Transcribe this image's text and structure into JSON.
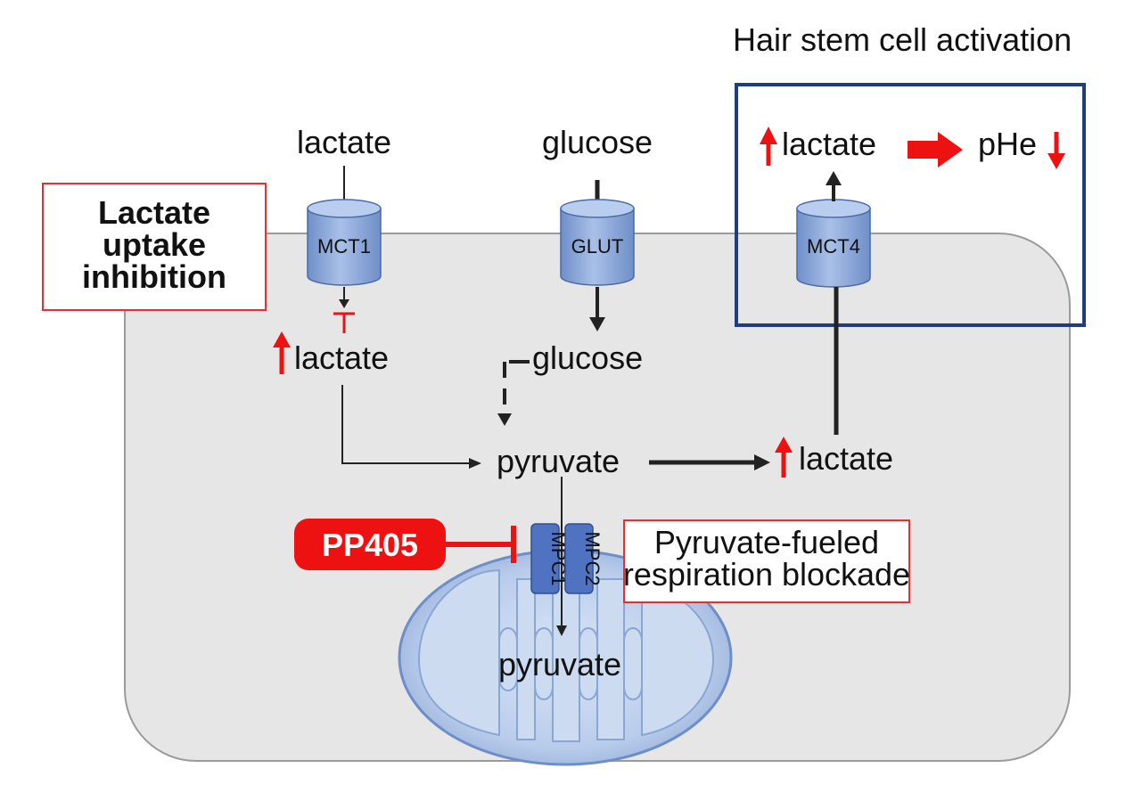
{
  "header": {
    "title": "Hair stem cell activation"
  },
  "callouts": {
    "uptake_line1": "Lactate",
    "uptake_line2": "uptake",
    "uptake_line3": "inhibition",
    "blockade_line1": "Pyruvate-fueled",
    "blockade_line2": "respiration blockade"
  },
  "drug": {
    "label": "PP405"
  },
  "transporters": {
    "mct1": "MCT1",
    "glut": "GLUT",
    "mct4": "MCT4",
    "mpc1": "MPC1",
    "mpc2": "MPC2"
  },
  "metabolites": {
    "lactate_outside": "lactate",
    "glucose_outside": "glucose",
    "lactate_inside_left": "lactate",
    "glucose_inside": "glucose",
    "pyruvate_cytosol": "pyruvate",
    "lactate_inside_right": "lactate",
    "pyruvate_mito": "pyruvate",
    "lactate_activation": "lactate",
    "phe": "pHe"
  },
  "colors": {
    "accent_red": "#ee1111",
    "frame_blue": "#1f3f7a",
    "cell_fill": "#e6e6e6",
    "transporter_fill": "#8eaadb"
  }
}
